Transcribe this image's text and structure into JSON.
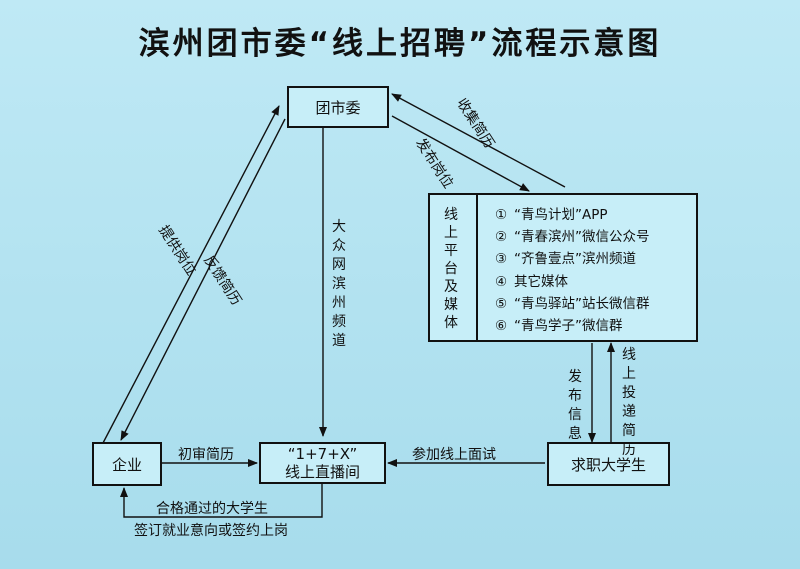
{
  "title": "滨州团市委“线上招聘”流程示意图",
  "nodes": {
    "youth_league": "团市委",
    "enterprise": "企业",
    "livestream_line1": "“1+7+X”",
    "livestream_line2": "线上直播间",
    "graduates": "求职大学生",
    "platform_label": "线上平台及媒体"
  },
  "platforms": [
    {
      "num": "①",
      "text": "“青鸟计划”APP"
    },
    {
      "num": "②",
      "text": "“青春滨州”微信公众号"
    },
    {
      "num": "③",
      "text": "“齐鲁壹点”滨州频道"
    },
    {
      "num": "④",
      "text": "其它媒体"
    },
    {
      "num": "⑤",
      "text": "“青鸟驿站”站长微信群"
    },
    {
      "num": "⑥",
      "text": "“青鸟学子”微信群"
    }
  ],
  "edges": {
    "collect_resumes": "收集简历",
    "publish_positions": "发布岗位",
    "provide_positions": "提供岗位",
    "feedback_resumes": "反馈简历",
    "dazhong_channel": "大众网滨州频道",
    "publish_info": "发布信息",
    "online_submit": "线上投递简历",
    "initial_screening": "初审简历",
    "join_interview": "参加线上面试",
    "qualified_graduates": "合格通过的大学生",
    "sign_agreement": "签订就业意向或签约上岗"
  }
}
